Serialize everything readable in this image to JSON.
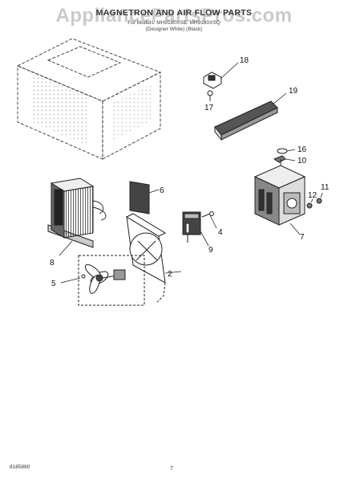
{
  "header": {
    "title": "MAGNETRON AND AIR FLOW PARTS",
    "for_models": "For Models: MH9180XSB, MH9180XSQ",
    "finish": "(Designer White)      (Black)"
  },
  "watermark": "AppliancePartsPros.com",
  "callouts": [
    "18",
    "17",
    "19",
    "16",
    "10",
    "12",
    "11",
    "7",
    "6",
    "4",
    "9",
    "8",
    "5",
    "2"
  ],
  "footer": {
    "code": "8185880",
    "page": "7"
  }
}
